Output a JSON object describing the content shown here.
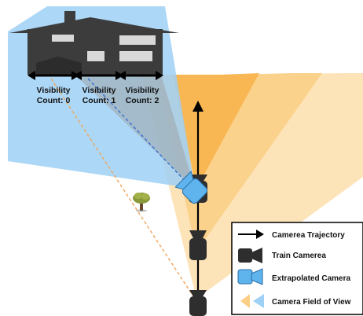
{
  "colors": {
    "train_fov_light": "#fde3b8",
    "train_fov_mid": "#fbcf86",
    "train_fov_dark": "#f8b44e",
    "extrapolated_fov": "#9fd0f5",
    "house_body": "#3c3c3c",
    "house_window": "#d8d8d8",
    "train_camera": "#2e2e2e",
    "extrapolated_camera": "#5fb4ee",
    "orange_ray": "#f2a65a",
    "blue_ray": "#3a6fd0",
    "trajectory": "#000000"
  },
  "visibility": [
    {
      "line1": "Visibility",
      "line2": "Count: 0"
    },
    {
      "line1": "Visibility",
      "line2": "Count: 1"
    },
    {
      "line1": "Visibility",
      "line2": "Count: 2"
    }
  ],
  "legend": {
    "trajectory": "Camerea Trajectory",
    "train_camera": "Train Camerea",
    "extrapolated_camera": "Extrapolated Camera",
    "field_of_view": "Camera Field of View"
  },
  "icons": {
    "house": "house-icon",
    "tree": "tree-icon",
    "camera": "video-camera-icon"
  }
}
